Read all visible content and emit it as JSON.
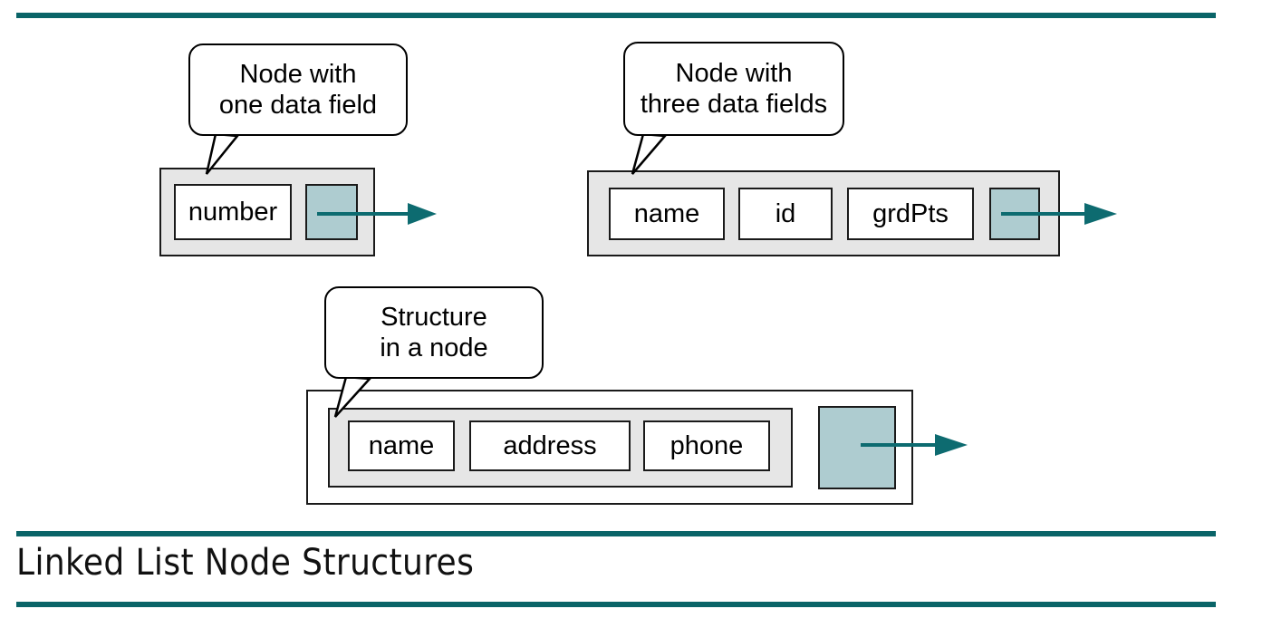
{
  "slide": {
    "title": "Linked List Node Structures",
    "accent_color": "#0a6468",
    "node_fill": "#e6e6e6",
    "pointer_fill": "#aeccd0",
    "field_fill": "#ffffff",
    "outline_color": "#1a1a1a"
  },
  "callouts": [
    {
      "id": "one-field",
      "line1": "Node with",
      "line2": "one data field"
    },
    {
      "id": "three-fields",
      "line1": "Node with",
      "line2": "three data fields"
    },
    {
      "id": "structure",
      "line1": "Structure",
      "line2": "in a node"
    }
  ],
  "nodes": [
    {
      "id": "node-one-field",
      "kind": "flat",
      "fields": [
        "number"
      ],
      "pointer": {
        "label": "",
        "has_link_arrow": true
      }
    },
    {
      "id": "node-three-fields",
      "kind": "flat",
      "fields": [
        "name",
        "id",
        "grdPts"
      ],
      "pointer": {
        "label": "",
        "has_link_arrow": true
      }
    },
    {
      "id": "node-structure",
      "kind": "nested-structure",
      "fields": [
        "name",
        "address",
        "phone"
      ],
      "pointer": {
        "label": "",
        "has_link_arrow": true
      }
    }
  ],
  "rules": [
    {
      "id": "rule-top"
    },
    {
      "id": "rule-mid"
    },
    {
      "id": "rule-bot"
    }
  ]
}
